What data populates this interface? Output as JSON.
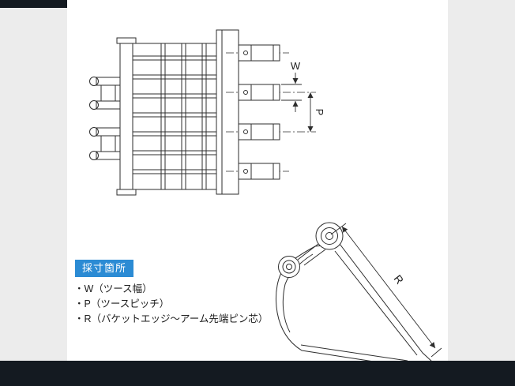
{
  "page": {
    "background_color": "#ececec",
    "panel_color": "#ffffff",
    "footer_color": "#141a21",
    "drawing_line_color": "#2e2e2e"
  },
  "badge": {
    "label": "採寸箇所",
    "background_color": "#2b8bd4",
    "text_color": "#ffffff"
  },
  "dimensions": {
    "w": "W",
    "p": "P",
    "r": "R"
  },
  "legend": {
    "items": [
      "・W（ツース幅）",
      "・P（ツースピッチ）",
      "・R（バケットエッジ～アーム先端ピン芯）"
    ]
  }
}
